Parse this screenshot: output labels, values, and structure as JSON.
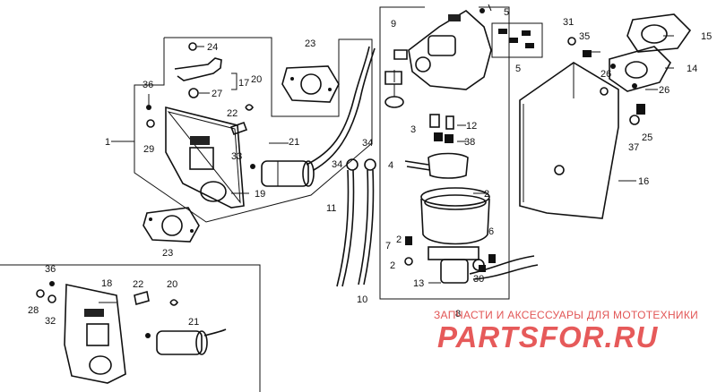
{
  "labels": {
    "l1": "1",
    "l2": "2",
    "l2b": "2",
    "l2c": "2",
    "l3": "3",
    "l4": "4",
    "l5": "5",
    "l5b": "5",
    "l6": "6",
    "l7": "7",
    "l8": "8",
    "l9": "9",
    "l10": "10",
    "l11": "11",
    "l12": "12",
    "l13": "13",
    "l14": "14",
    "l15": "15",
    "l16": "16",
    "l17": "17",
    "l18": "18",
    "l19": "19",
    "l20": "20",
    "l20b": "20",
    "l21": "21",
    "l21b": "21",
    "l22": "22",
    "l22b": "22",
    "l23": "23",
    "l23b": "23",
    "l24": "24",
    "l25": "25",
    "l26": "26",
    "l26b": "26",
    "l27": "27",
    "l28": "28",
    "l29": "29",
    "l30": "30",
    "l31": "31",
    "l32": "32",
    "l33": "33",
    "l34": "34",
    "l34b": "34",
    "l35": "35",
    "l36": "36",
    "l36b": "36",
    "l37": "37",
    "l38": "38"
  },
  "watermark": {
    "caption": "ЗАПЧАСТИ И АКСЕССУАРЫ ДЛЯ МОТОТЕХНИКИ",
    "brand": "PARTSFOR.RU",
    "color": "#e25656"
  }
}
